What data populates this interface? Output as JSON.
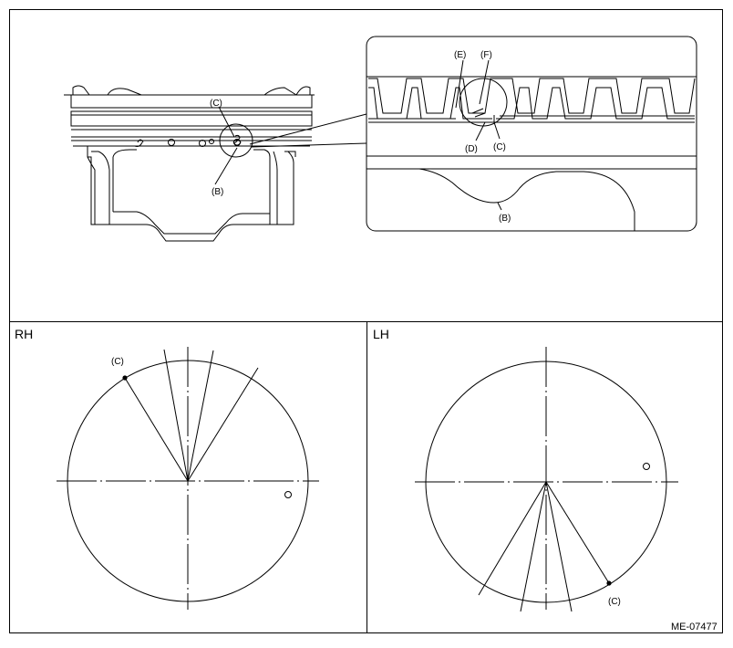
{
  "figure_code": "ME-07477",
  "top": {
    "piston_labels": {
      "c": "(C)",
      "b": "(B)"
    },
    "detail_labels": {
      "e": "(E)",
      "f": "(F)",
      "d": "(D)",
      "c": "(C)",
      "b": "(B)"
    }
  },
  "rh_panel": {
    "title": "RH",
    "marker_label": "(C)"
  },
  "lh_panel": {
    "title": "LH",
    "marker_label": "(C)"
  },
  "colors": {
    "line": "#000000",
    "background": "#ffffff"
  }
}
